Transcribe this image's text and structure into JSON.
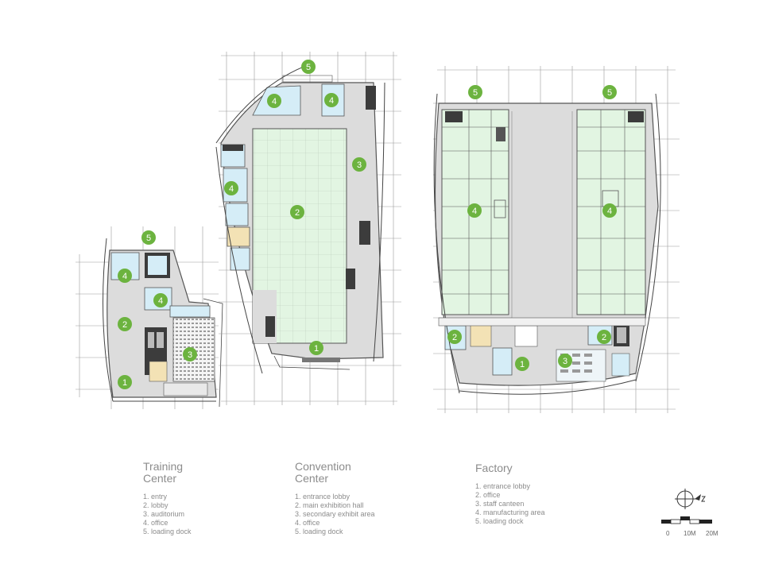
{
  "plans": [
    {
      "id": "training",
      "title_line1": "Training",
      "title_line2": "Center",
      "items": [
        "1. entry",
        "2. lobby",
        "3. auditorium",
        "4. office",
        "5. loading dock"
      ],
      "markers": [
        "1",
        "2",
        "3",
        "4",
        "4",
        "5"
      ]
    },
    {
      "id": "convention",
      "title_line1": "Convention",
      "title_line2": "Center",
      "items": [
        "1. entrance lobby",
        "2. main exhibition hall",
        "3. secondary exhibit area",
        "4. office",
        "5. loading dock"
      ],
      "markers": [
        "1",
        "2",
        "3",
        "4",
        "4",
        "4",
        "5"
      ]
    },
    {
      "id": "factory",
      "title_line1": "Factory",
      "title_line2": "",
      "items": [
        "1. entrance lobby",
        "2. office",
        "3. staff canteen",
        "4. manufacturing area",
        "5. loading dock"
      ],
      "markers": [
        "1",
        "2",
        "2",
        "3",
        "4",
        "4",
        "5",
        "5"
      ]
    }
  ],
  "scale_bar": {
    "labels": [
      "0",
      "10M",
      "20M"
    ]
  },
  "colors": {
    "marker": "#6cb33f",
    "light_green": "#e2f5e2",
    "light_blue": "#d5edf7",
    "gray_floor": "#dcdcdc",
    "tan": "#f3e2b5",
    "line": "#555555"
  }
}
